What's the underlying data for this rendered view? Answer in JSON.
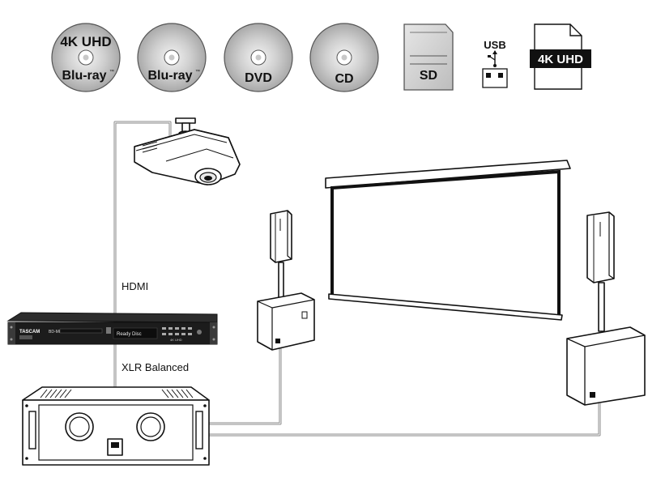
{
  "media": {
    "uhd_bluray": {
      "line1": "4K UHD",
      "line2": "Blu-ray",
      "tm": "™"
    },
    "bluray": {
      "label": "Blu-ray",
      "tm": "™"
    },
    "dvd": {
      "label": "DVD"
    },
    "cd": {
      "label": "CD"
    },
    "sd": {
      "label": "SD"
    },
    "usb": {
      "label": "USB"
    },
    "file": {
      "label": "4K UHD"
    }
  },
  "connections": {
    "hdmi": "HDMI",
    "xlr": "XLR Balanced"
  },
  "player": {
    "brand": "TASCAM",
    "model": "BD-MP4K",
    "display": "Ready Disc",
    "badge": "4K UHD"
  },
  "colors": {
    "cable": "#8a8a8a",
    "line": "#111111",
    "player_body": "#1c1c1c"
  }
}
